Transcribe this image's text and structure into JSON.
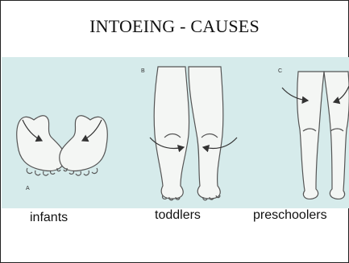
{
  "title": "INTOEING - CAUSES",
  "panels": [
    {
      "letter": "A",
      "label": "infants"
    },
    {
      "letter": "B",
      "label": "toddlers"
    },
    {
      "letter": "C",
      "label": "preschoolers"
    }
  ],
  "colors": {
    "band": "#d6ebeb",
    "skin": "#f4f6f4",
    "outline": "#555555",
    "arrow": "#333333"
  },
  "icons": [
    "curved-arrow-icon"
  ]
}
